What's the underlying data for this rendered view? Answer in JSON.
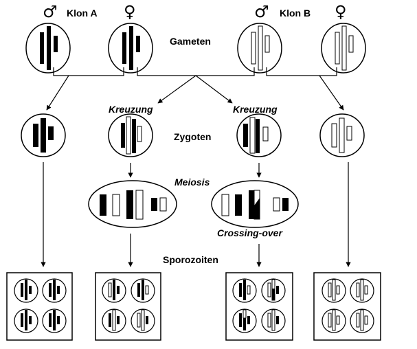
{
  "labels": {
    "klon_a": "Klon A",
    "klon_b": "Klon B",
    "gameten": "Gameten",
    "kreuzung": "Kreuzung",
    "zygoten": "Zygoten",
    "meiosis": "Meiosis",
    "crossing_over": "Crossing-over",
    "sporozoiten": "Sporozoiten"
  },
  "symbols": {
    "male": "♂",
    "female": "♀"
  },
  "colors": {
    "line": "#000000",
    "fill_a": "#000000",
    "fill_b": "#ffffff"
  }
}
